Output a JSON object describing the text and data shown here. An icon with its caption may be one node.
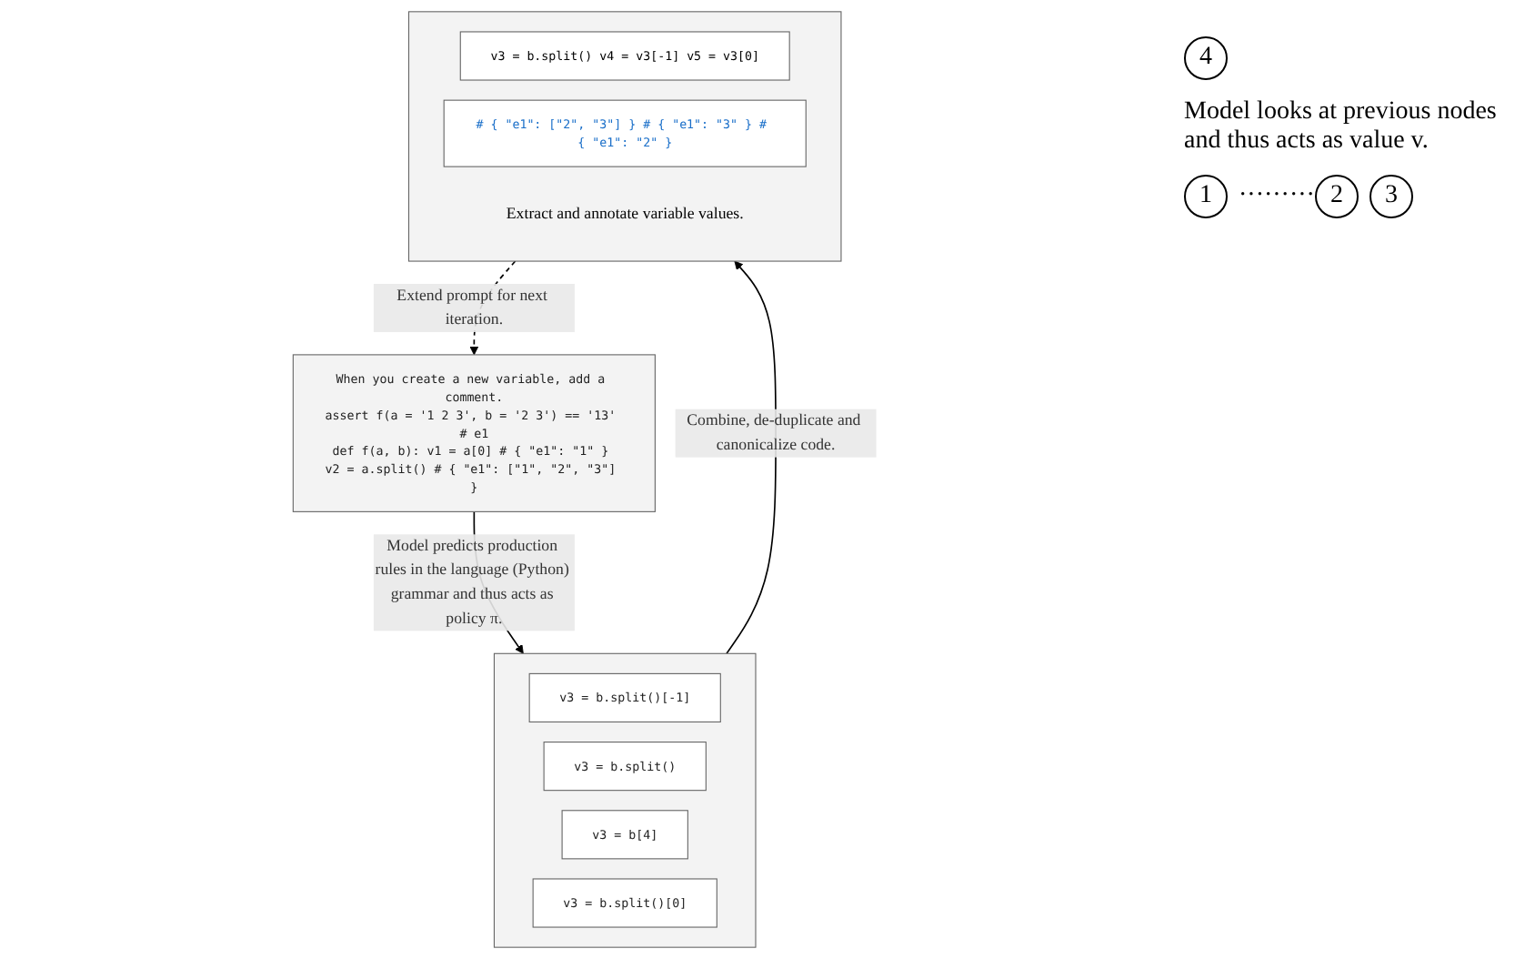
{
  "diagram": {
    "nodes": [
      {
        "text": [
          "When you create a new variable, add a comment.",
          "assert f(a = '1 2 3', b = '2 3') == '13' # e1",
          "def f(a, b): v1 = a[0] # { \"e1\": \"1\" } v2 = a.split() # { \"e1\": [\"1\", \"2\", \"3\"] }"
        ]
      },
      {
        "text": [],
        "shape": "box"
      },
      {
        "text": [
          "v3 = b.split()[-1]"
        ],
        "in": 1
      },
      {
        "text": [
          "v3 = b.split()"
        ],
        "in": 1
      },
      {
        "text": [
          "v3 = b[4]"
        ],
        "in": 1
      },
      {
        "text": [
          "v3 = b.split()[0]"
        ],
        "in": 1
      },
      {
        "text": [],
        "shape": "box"
      },
      {
        "text": [
          "v3 = b.split() v4 = v3[-1] v5 = v3[0]"
        ],
        "in": 6
      },
      {
        "text": [
          "# { \"e1\": [\"2\", \"3\"] } # { \"e1\": \"3\" } # { \"e1\": \"2\" }"
        ],
        "in": 6
      },
      {
        "text": [
          "Extract and annotate variable values."
        ],
        "in": 6
      }
    ],
    "edges": [
      {
        "from": 0,
        "to": 1,
        "arrow": "to",
        "label": "Model predicts production rules in the language (Python) grammar and thus acts as policy π."
      },
      {
        "from": 1,
        "to": 6,
        "arrow": "to",
        "label": "Combine, de-duplicate and canonicalize code."
      },
      {
        "from": 6,
        "to": 0,
        "arrow": "to",
        "style": "dashed",
        "label": "Extend prompt for next iteration."
      }
    ],
    "labels": [
      "4",
      "Model looks at previous nodes and thus acts as value v.",
      "1",
      "·········",
      "2",
      "3"
    ]
  }
}
